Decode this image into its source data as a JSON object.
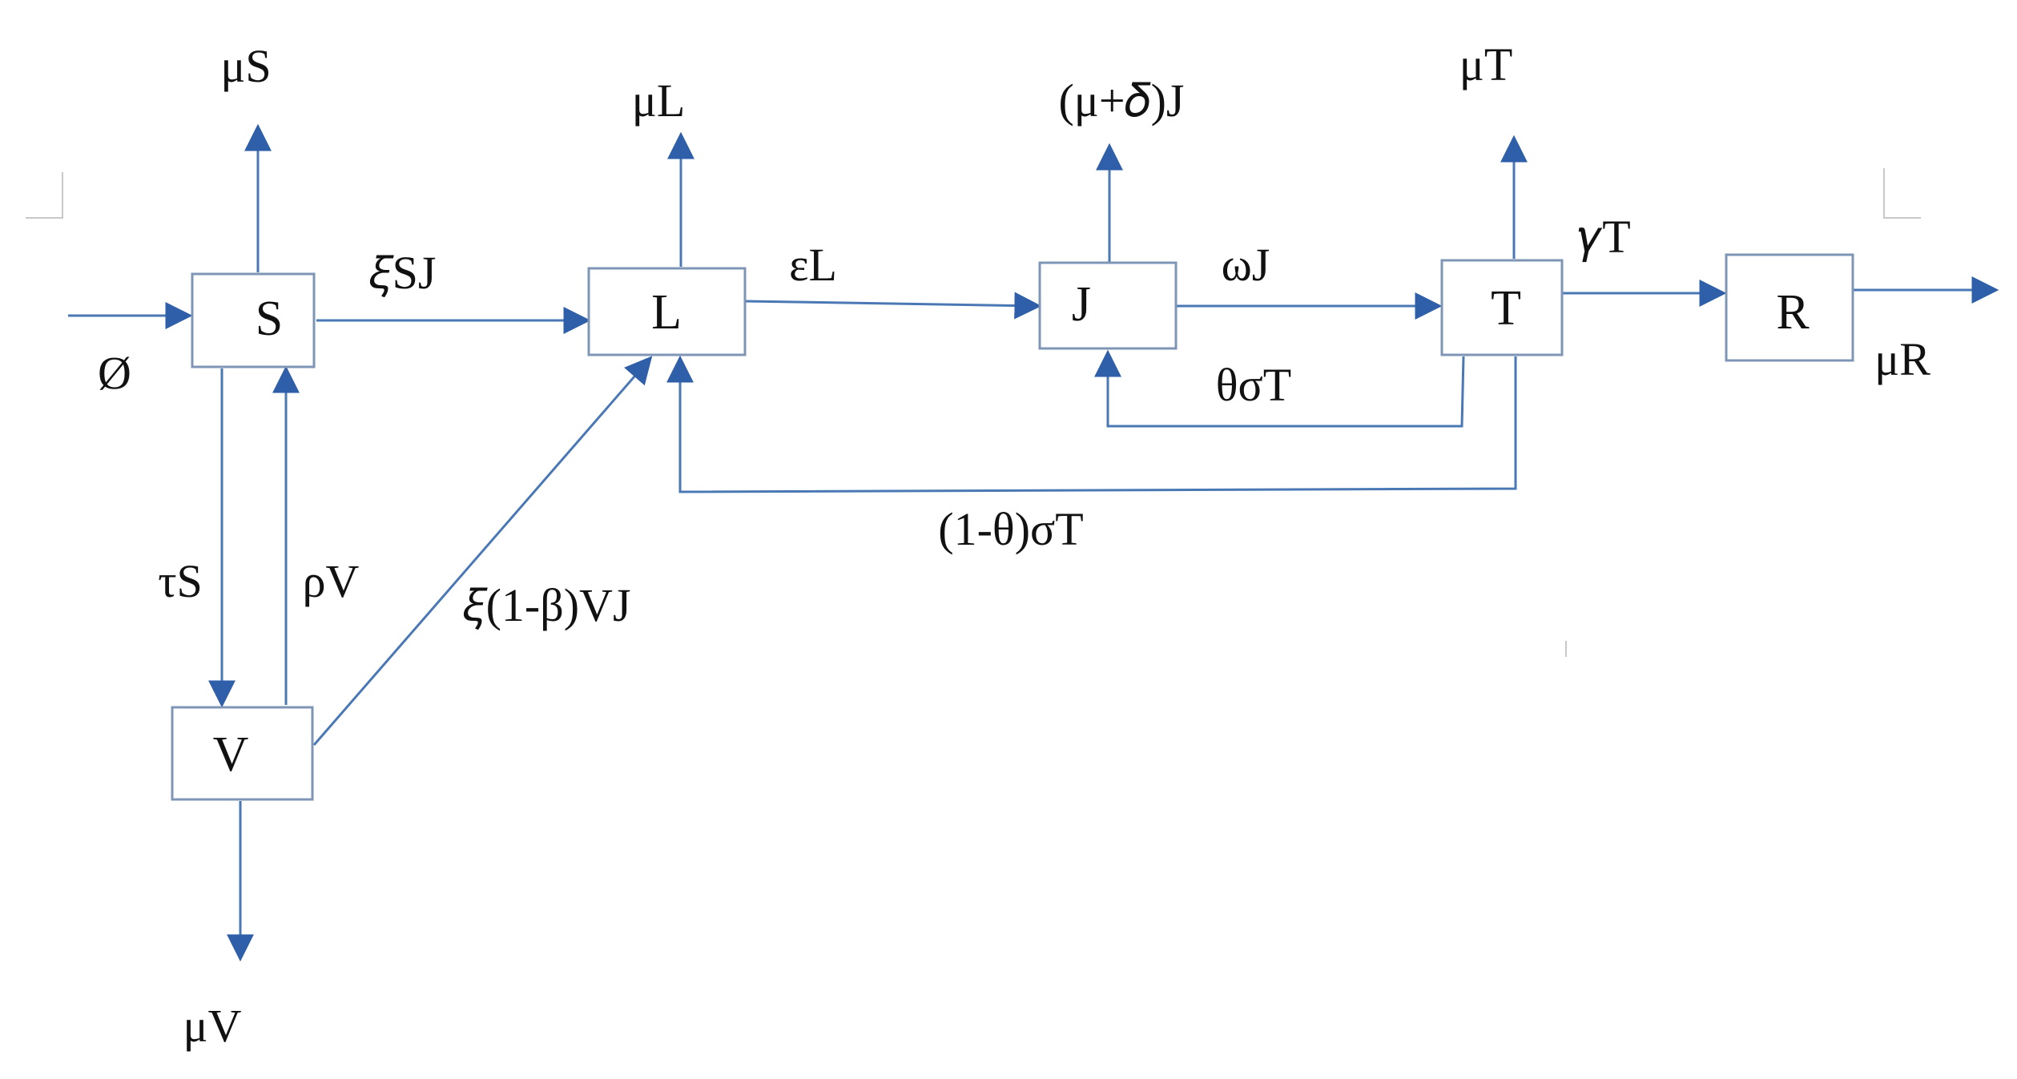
{
  "diagram": {
    "colors": {
      "arrow": "#2e5fa8",
      "line": "#4a78b5",
      "box_border": "#7f95b5",
      "text": "#111111"
    },
    "nodes": {
      "S": "S",
      "L": "L",
      "J": "J",
      "T": "T",
      "R": "R",
      "V": "V"
    },
    "flows": {
      "inflow": "Ø",
      "mu_s": "μS",
      "mu_l": "μL",
      "mu_j": "(μ+𝛿)J",
      "mu_t": "μT",
      "mu_r": "μR",
      "mu_v": "μV",
      "xi_sj": "𝜉SJ",
      "eps_l": "εL",
      "omega_j": "ωJ",
      "gamma_t": "𝛾T",
      "theta_sigma_t": "θσT",
      "one_minus_theta_sigma_t": "(1-θ)σT",
      "tau_s": "τS",
      "rho_v": "ρV",
      "xi_beta_vj": "𝜉(1-β)VJ"
    }
  }
}
